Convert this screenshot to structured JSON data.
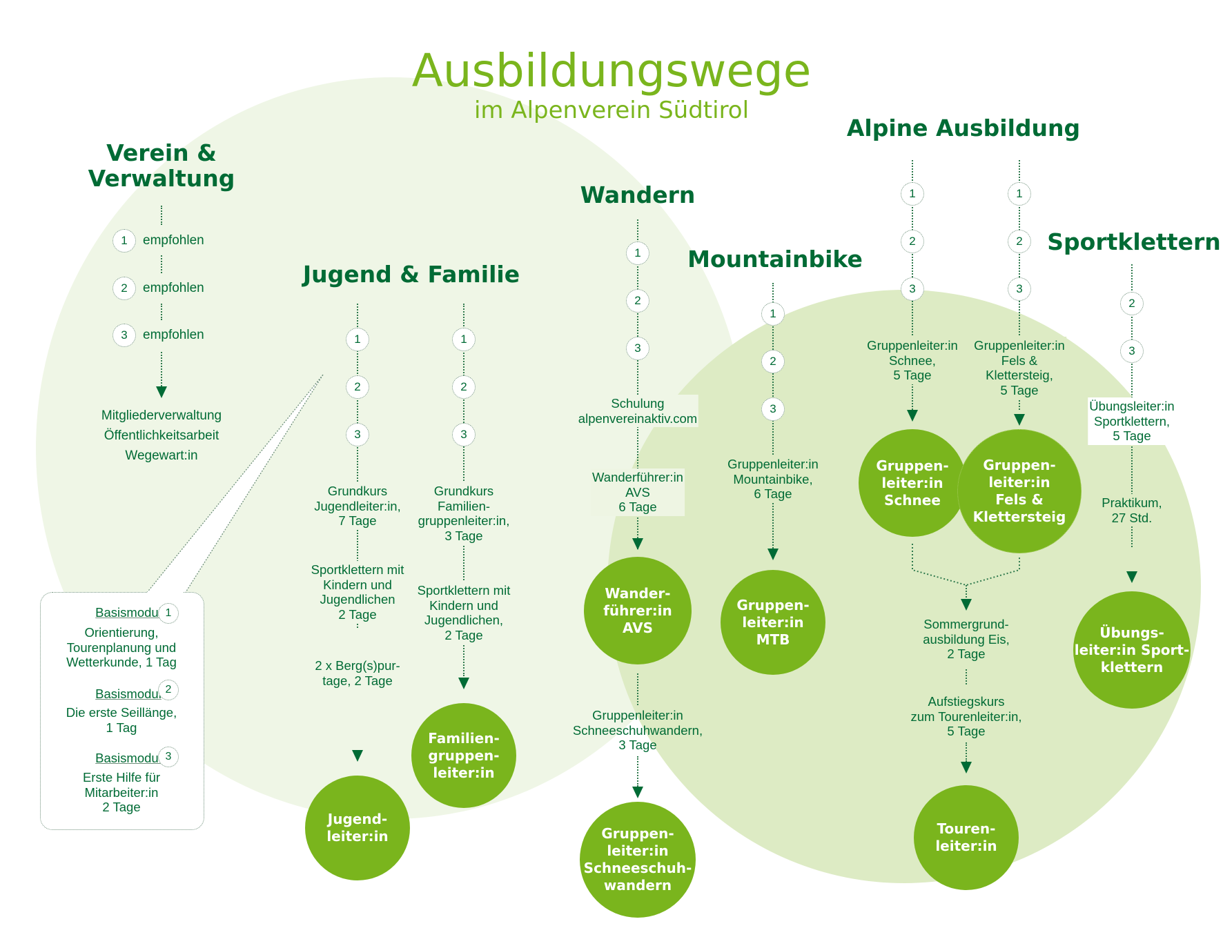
{
  "header": {
    "title": "Ausbildungswege",
    "subtitle": "im Alpenverein Südtirol"
  },
  "colors": {
    "dark_green": "#006b35",
    "accent_green": "#7ab51d",
    "light_bg_left": "#eff6e6",
    "light_bg_right": "#ddebc4"
  },
  "verein": {
    "heading_line1": "Verein &",
    "heading_line2": "Verwaltung",
    "steps": [
      {
        "num": "1",
        "label": "empfohlen"
      },
      {
        "num": "2",
        "label": "empfohlen"
      },
      {
        "num": "3",
        "label": "empfohlen"
      }
    ],
    "results": [
      "Mitgliederverwaltung",
      "Öffentlichkeitsarbeit",
      "Wegewart:in"
    ]
  },
  "jugend": {
    "heading": "Jugend & Familie",
    "jugendleiter": {
      "steps": [
        "1",
        "2",
        "3"
      ],
      "courses": [
        "Grundkurs\nJugendleiter:in,\n7 Tage",
        "Sportklettern mit\nKindern und\nJugendlichen\n2 Tage",
        "2 x Berg(s)pur-\ntage, 2 Tage"
      ],
      "goal": "Jugend-\nleiter:in"
    },
    "familie": {
      "steps": [
        "1",
        "2",
        "3"
      ],
      "courses": [
        "Grundkurs\nFamilien-\ngruppenleiter:in,\n3 Tage",
        "Sportklettern mit\nKindern und\nJugendlichen,\n2 Tage"
      ],
      "goal": "Familien-\ngruppen-\nleiter:in"
    }
  },
  "wandern": {
    "heading": "Wandern",
    "steps": [
      "1",
      "2",
      "3"
    ],
    "courses": [
      "Schulung\nalpenvereinaktiv.com",
      "Wanderführer:in\nAVS\n6 Tage"
    ],
    "goal": "Wander-\nführer:in\nAVS",
    "followup_course": "Gruppenleiter:in\nSchneeschuhwandern,\n3 Tage",
    "followup_goal": "Gruppen-\nleiter:in\nSchneeschuh-\nwandern"
  },
  "mountainbike": {
    "heading": "Mountainbike",
    "steps": [
      "1",
      "2",
      "3"
    ],
    "course": "Gruppenleiter:in\nMountainbike,\n6 Tage",
    "goal": "Gruppen-\nleiter:in\nMTB"
  },
  "alpine": {
    "heading": "Alpine Ausbildung",
    "schnee": {
      "steps": [
        "1",
        "2",
        "3"
      ],
      "course": "Gruppenleiter:in\nSchnee,\n5 Tage",
      "goal": "Gruppen-\nleiter:in\nSchnee"
    },
    "fels": {
      "steps": [
        "1",
        "2",
        "3"
      ],
      "course": "Gruppenleiter:in\nFels &\nKlettersteig,\n5 Tage",
      "goal": "Gruppen-\nleiter:in\nFels &\nKlettersteig"
    },
    "combined_courses": [
      "Sommergrund-\nausbildung Eis,\n2 Tage",
      "Aufstiegskurs\nzum Tourenleiter:in,\n5 Tage"
    ],
    "goal": "Touren-\nleiter:in"
  },
  "sportklettern": {
    "heading": "Sportklettern",
    "steps": [
      "2",
      "3"
    ],
    "courses": [
      "Übungsleiter:in\nSportklettern,\n5 Tage",
      "Praktikum,\n27 Std."
    ],
    "goal": "Übungs-\nleiter:in Sport-\nklettern"
  },
  "basismodule": [
    {
      "title": "Basismodul",
      "num": "1",
      "text": "Orientierung,\nTourenplanung und\nWetterkunde, 1 Tag"
    },
    {
      "title": "Basismodul",
      "num": "2",
      "text": "Die erste Seillänge,\n1 Tag"
    },
    {
      "title": "Basismodul",
      "num": "3",
      "text": "Erste Hilfe für\nMitarbeiter:in\n2 Tage"
    }
  ]
}
